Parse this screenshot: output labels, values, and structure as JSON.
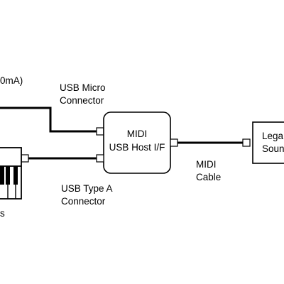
{
  "power_label": "0mA)",
  "usb_micro_connector": [
    "USB Micro",
    "Connector"
  ],
  "host_interface": [
    "MIDI",
    "USB Host I/F"
  ],
  "midi_cable": [
    "MIDI",
    "Cable"
  ],
  "usb_type_a_connector": [
    "USB Type A",
    "Connector"
  ],
  "legacy_sound_module": [
    "Lega",
    "Soun"
  ],
  "keyboard_label_fragment": "s"
}
